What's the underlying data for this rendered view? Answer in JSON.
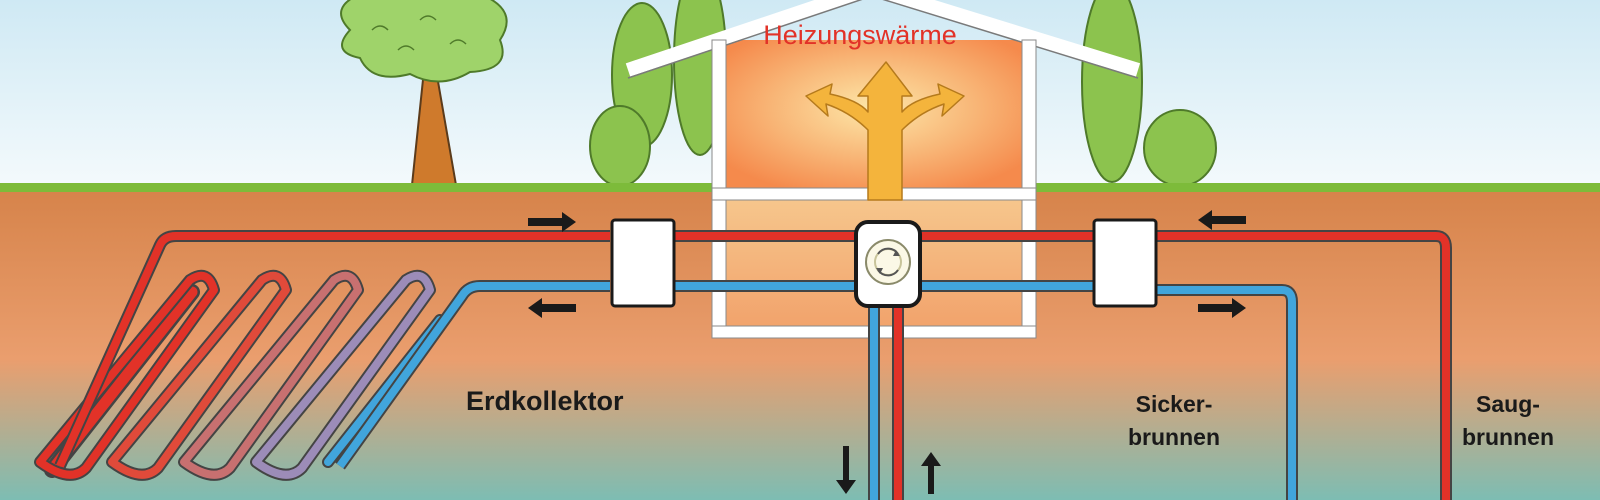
{
  "diagram": {
    "title": "Heizungswärme",
    "labels": {
      "ground_collector": "Erdkollektor",
      "injection_well_line1": "Sicker-",
      "injection_well_line2": "brunnen",
      "suction_well_line1": "Saug-",
      "suction_well_line2": "brunnen"
    },
    "colors": {
      "sky": "#dff0f7",
      "grass": "#7dbb3a",
      "soil_top": "#d6834a",
      "soil_bottom": "#7dbdb3",
      "hot_pipe": "#e23228",
      "cold_pipe": "#41a5dc",
      "heat_arrow": "#f4b43c",
      "house_wall": "#ffffff",
      "house_glow": "#f58a4c",
      "tree_crown": "#9fd36a",
      "tree_trunk": "#cf7a2c",
      "shrub": "#8cc34e"
    },
    "icons": [
      "tree-icon",
      "house-icon",
      "heat-pump-icon",
      "heat-exchanger-icon",
      "flow-arrow-icon"
    ]
  }
}
